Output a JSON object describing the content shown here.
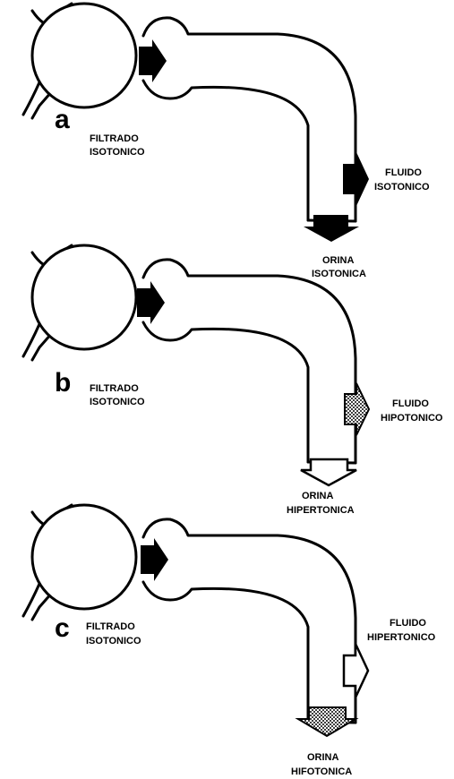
{
  "panels": [
    {
      "letter": "a",
      "filtrate": {
        "line1": "FILTRADO",
        "line2": "ISOTONICO"
      },
      "fluid": {
        "line1": "FLUIDO",
        "line2": "ISOTONICO",
        "fill": "solid"
      },
      "urine": {
        "line1": "ORINA",
        "line2": "ISOTONICA",
        "fill": "solid"
      }
    },
    {
      "letter": "b",
      "filtrate": {
        "line1": "FILTRADO",
        "line2": "ISOTONICO"
      },
      "fluid": {
        "line1": "FLUIDO",
        "line2": "HIPOTONICO",
        "fill": "stippled"
      },
      "urine": {
        "line1": "ORINA",
        "line2": "HIPERTONICA",
        "fill": "open"
      }
    },
    {
      "letter": "c",
      "filtrate": {
        "line1": "FILTRADO",
        "line2": "ISOTONICO"
      },
      "fluid": {
        "line1": "FLUIDO",
        "line2": "HIPERTONICO",
        "fill": "open"
      },
      "urine": {
        "line1": "ORINA",
        "line2": "HIFOTONICA",
        "fill": "stippled"
      }
    }
  ],
  "colors": {
    "ink": "#000000",
    "background": "#ffffff"
  }
}
